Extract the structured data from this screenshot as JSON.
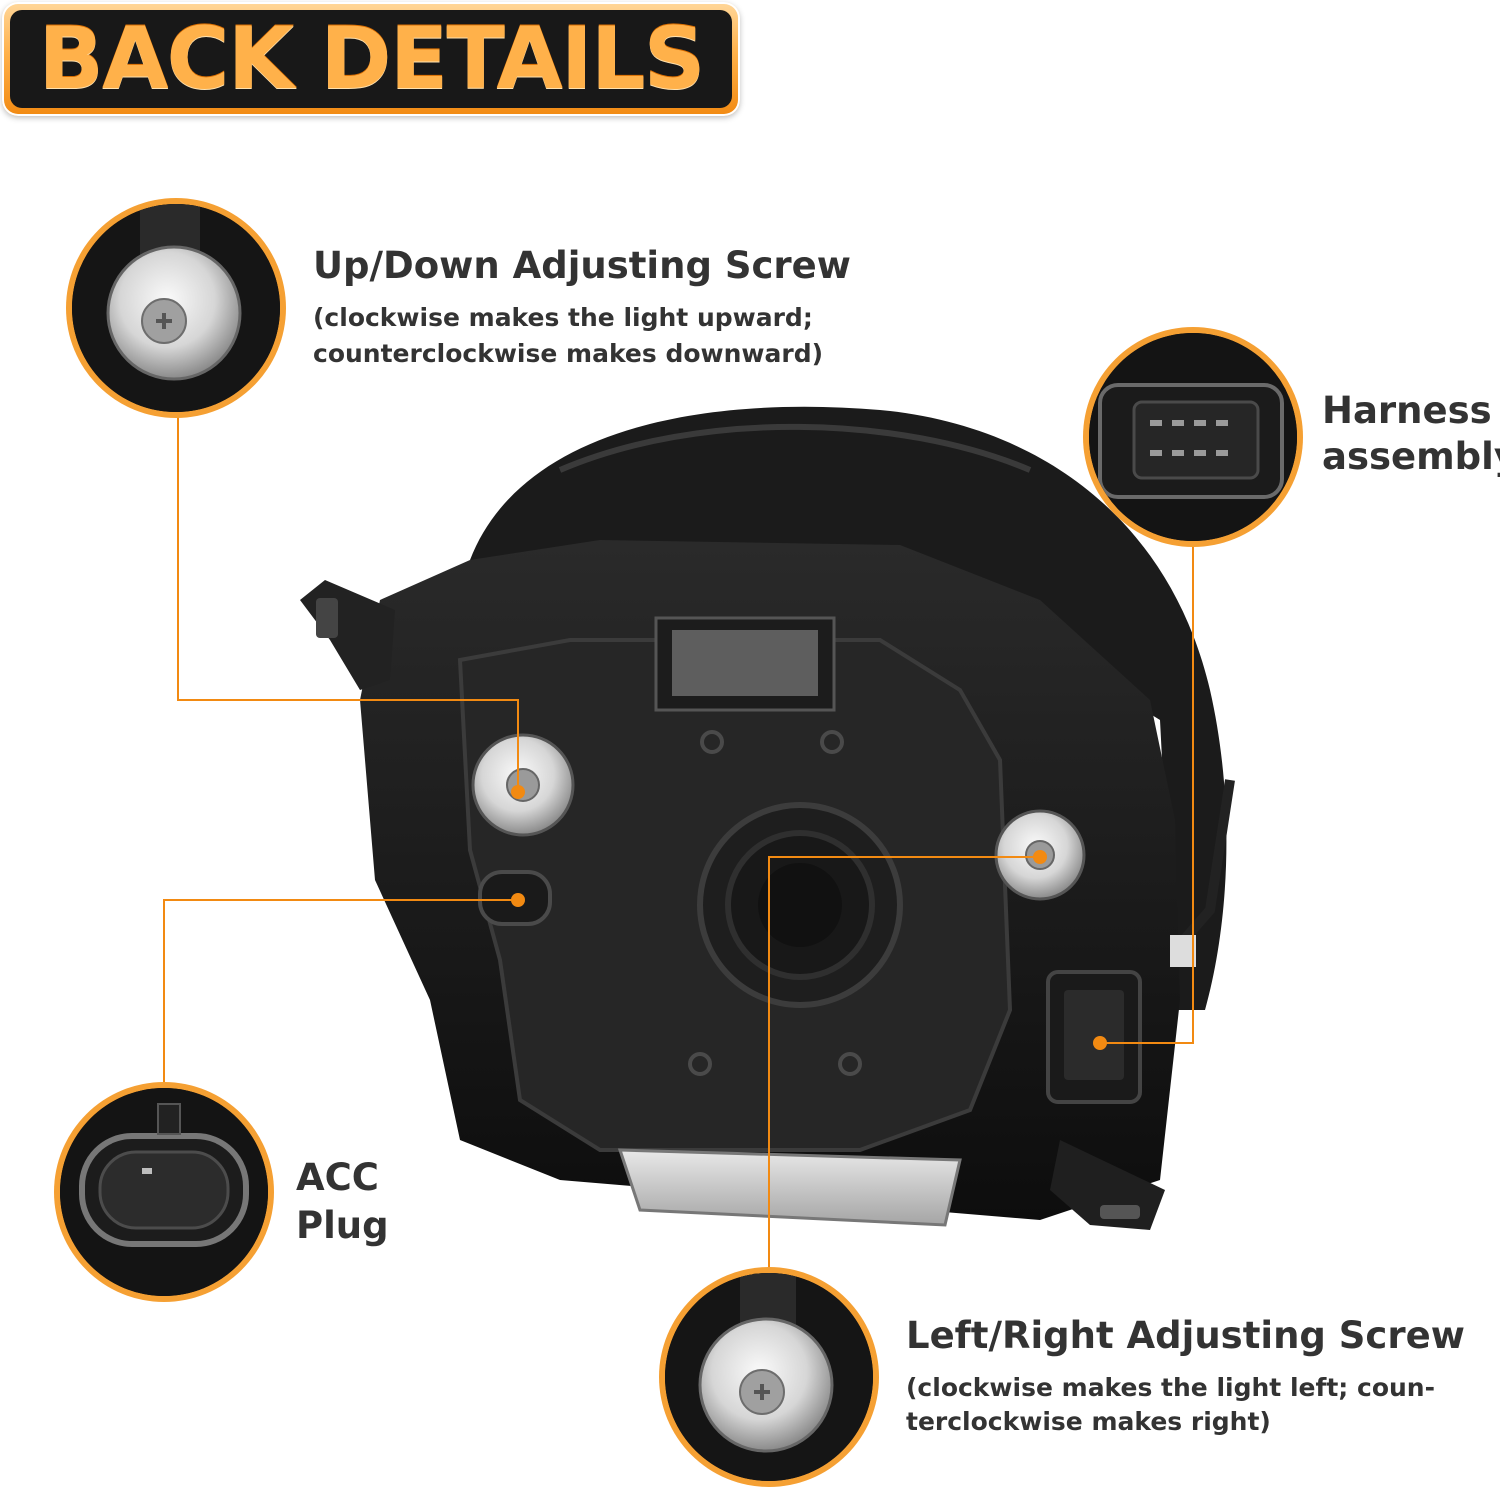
{
  "title": "BACK DETAILS",
  "colors": {
    "accent": "#f28a12",
    "text": "#333333",
    "lamp_body": "#141414"
  },
  "callouts": {
    "up_down": {
      "title": "Up/Down Adjusting Screw",
      "desc_line1": "(clockwise makes the light upward;",
      "desc_line2": "counterclockwise makes downward)"
    },
    "harness": {
      "title_line1": "Harness",
      "title_line2": "assembly"
    },
    "acc": {
      "title_line1": "ACC",
      "title_line2": "Plug"
    },
    "left_right": {
      "title": "Left/Right Adjusting Screw",
      "desc_line1": "(clockwise makes the light left; coun-",
      "desc_line2": "terclockwise makes right)"
    }
  }
}
